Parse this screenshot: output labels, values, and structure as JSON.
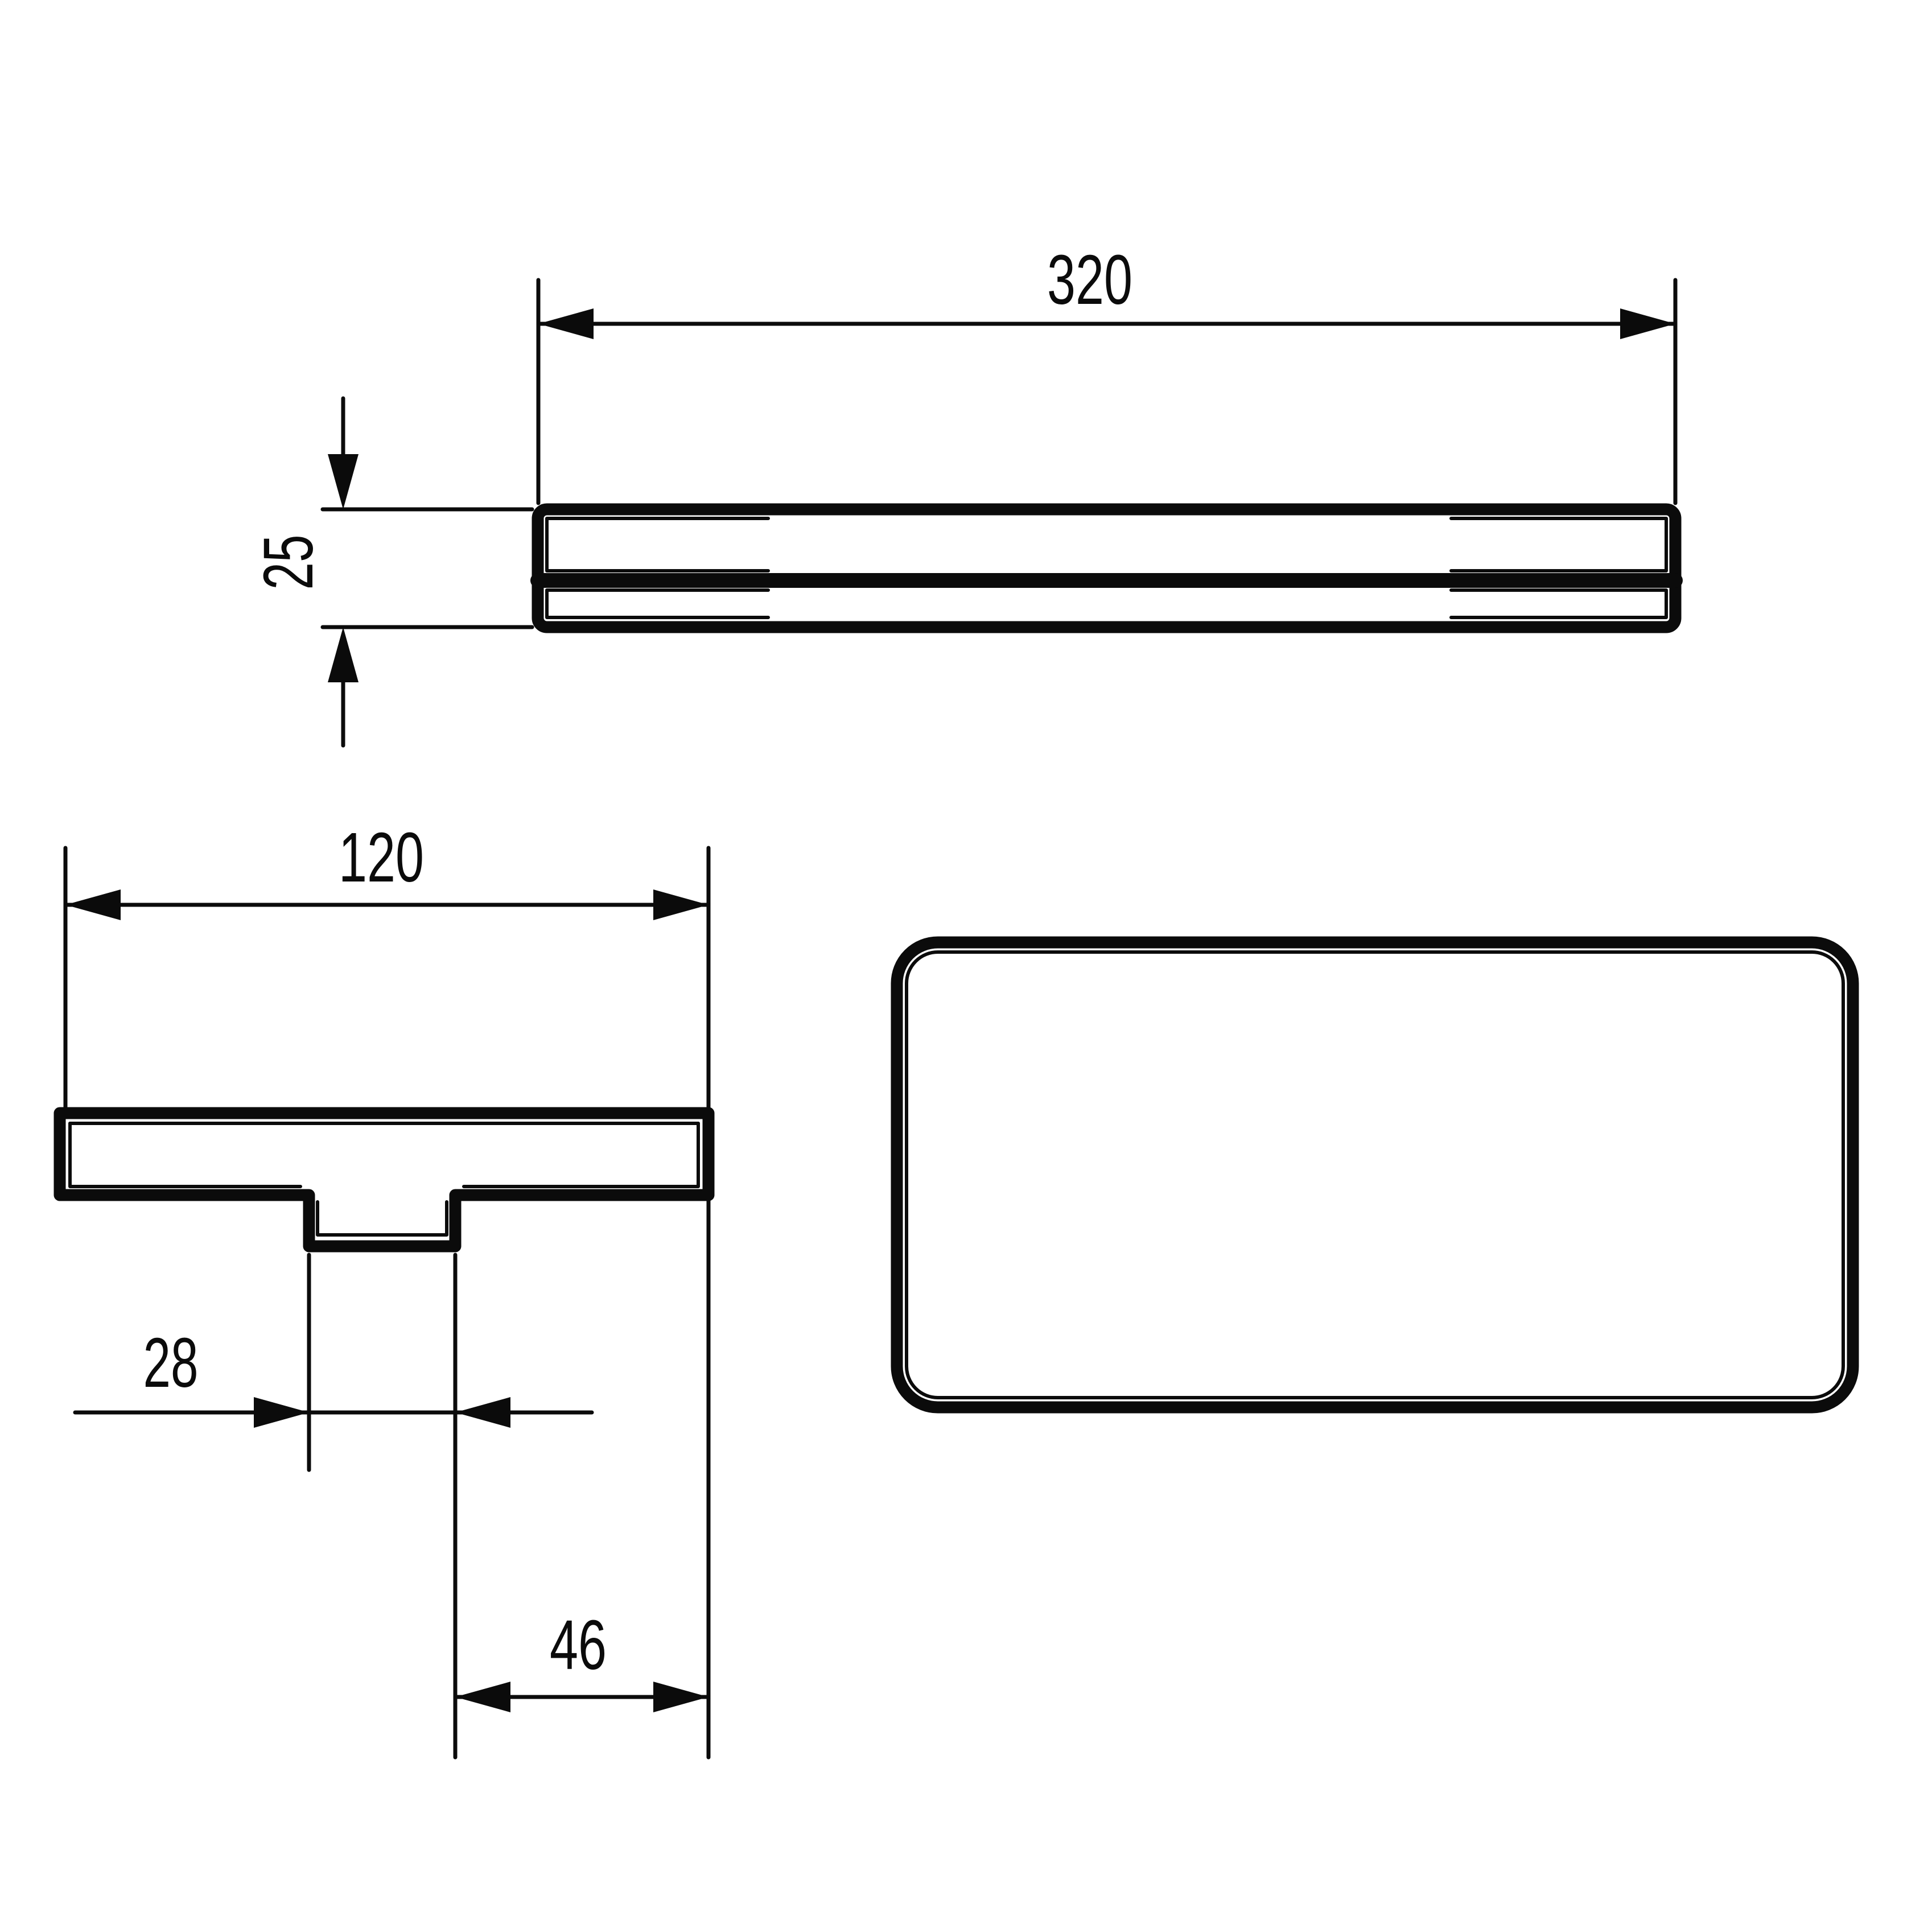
{
  "drawing": {
    "background_color": "#ffffff",
    "line_color": "#0b0b0b",
    "dimensions": {
      "length": "320",
      "thickness": "25",
      "bracket_width": "120",
      "stem_width": "28",
      "stem_to_edge": "46"
    }
  }
}
